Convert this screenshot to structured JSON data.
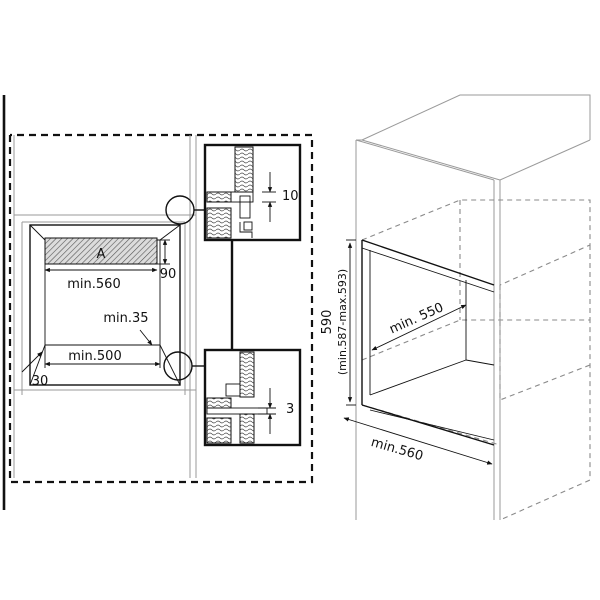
{
  "diagram": {
    "detail_top": {
      "dimension": "10"
    },
    "detail_bottom": {
      "dimension": "3"
    },
    "niche_front": {
      "label_a": "A",
      "width_top": "min.560",
      "height_side": "90",
      "gap_bottom": "min.35",
      "width_bottom": "min.500",
      "depth_corner": "30"
    },
    "cabinet": {
      "height": "590",
      "height_range": "(min.587-max.593)",
      "depth": "min. 550",
      "width": "min.560"
    }
  }
}
